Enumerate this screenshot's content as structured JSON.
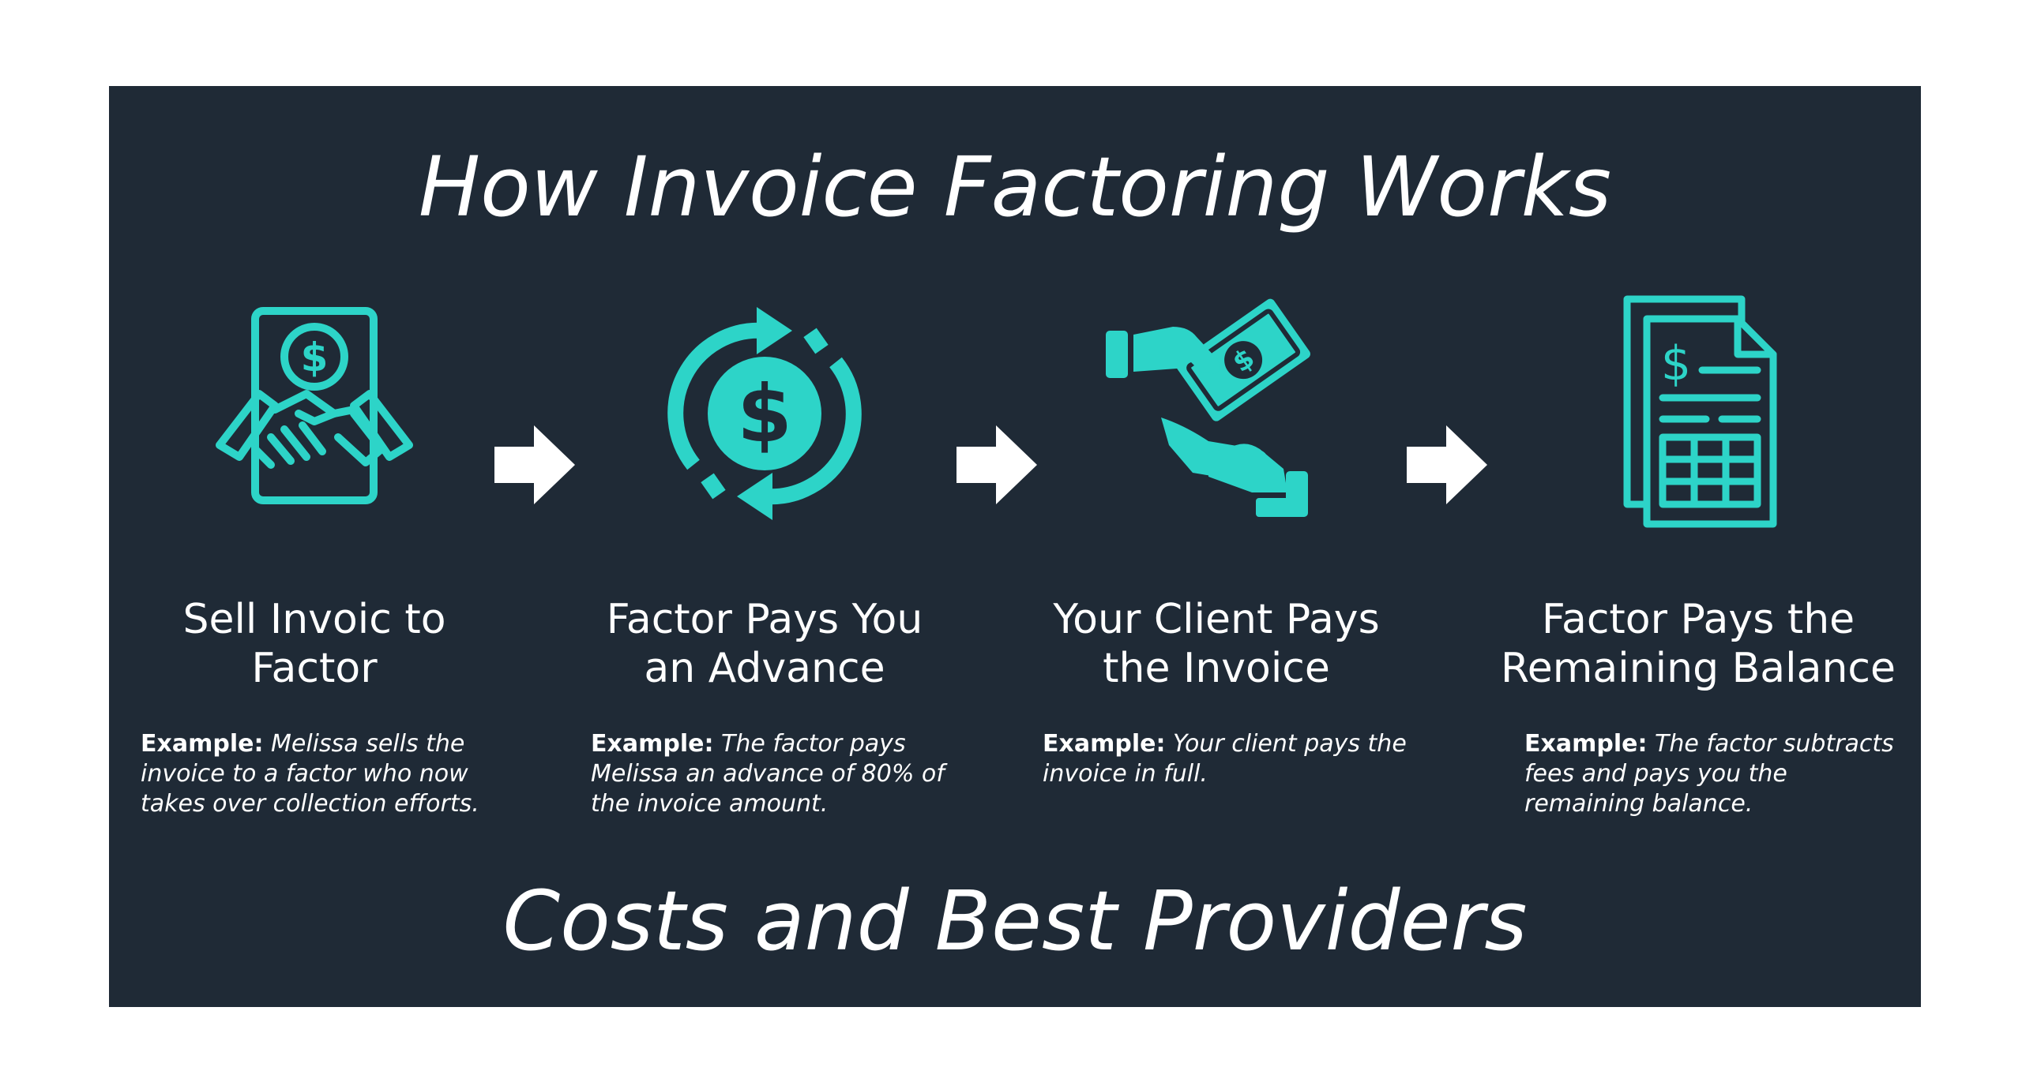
{
  "title_top": "How Invoice Factoring Works",
  "title_bottom": "Costs and Best Providers",
  "colors": {
    "panel_bg": "#1f2a36",
    "accent": "#2dd4c8",
    "text": "#ffffff"
  },
  "steps": [
    {
      "icon": "handshake-document-icon",
      "heading": "Sell Invoic to\nFactor",
      "example_label": "Example",
      "example_text": "Melissa sells the invoice to a factor who now takes over collection efforts."
    },
    {
      "icon": "dollar-cycle-icon",
      "heading": "Factor Pays You\nan Advance",
      "example_label": "Example",
      "example_text": "The factor pays Melissa an advance of 80% of the invoice amount."
    },
    {
      "icon": "hand-giving-money-icon",
      "heading": "Your Client Pays\nthe Invoice",
      "example_label": "Example",
      "example_text": "Your client pays the invoice in full."
    },
    {
      "icon": "invoice-documents-icon",
      "heading": "Factor Pays the\nRemaining Balance",
      "example_label": "Example",
      "example_text": "The factor subtracts fees and pays you the remaining balance."
    }
  ],
  "arrows": [
    "arrow-right-icon",
    "arrow-right-icon",
    "arrow-right-icon"
  ]
}
